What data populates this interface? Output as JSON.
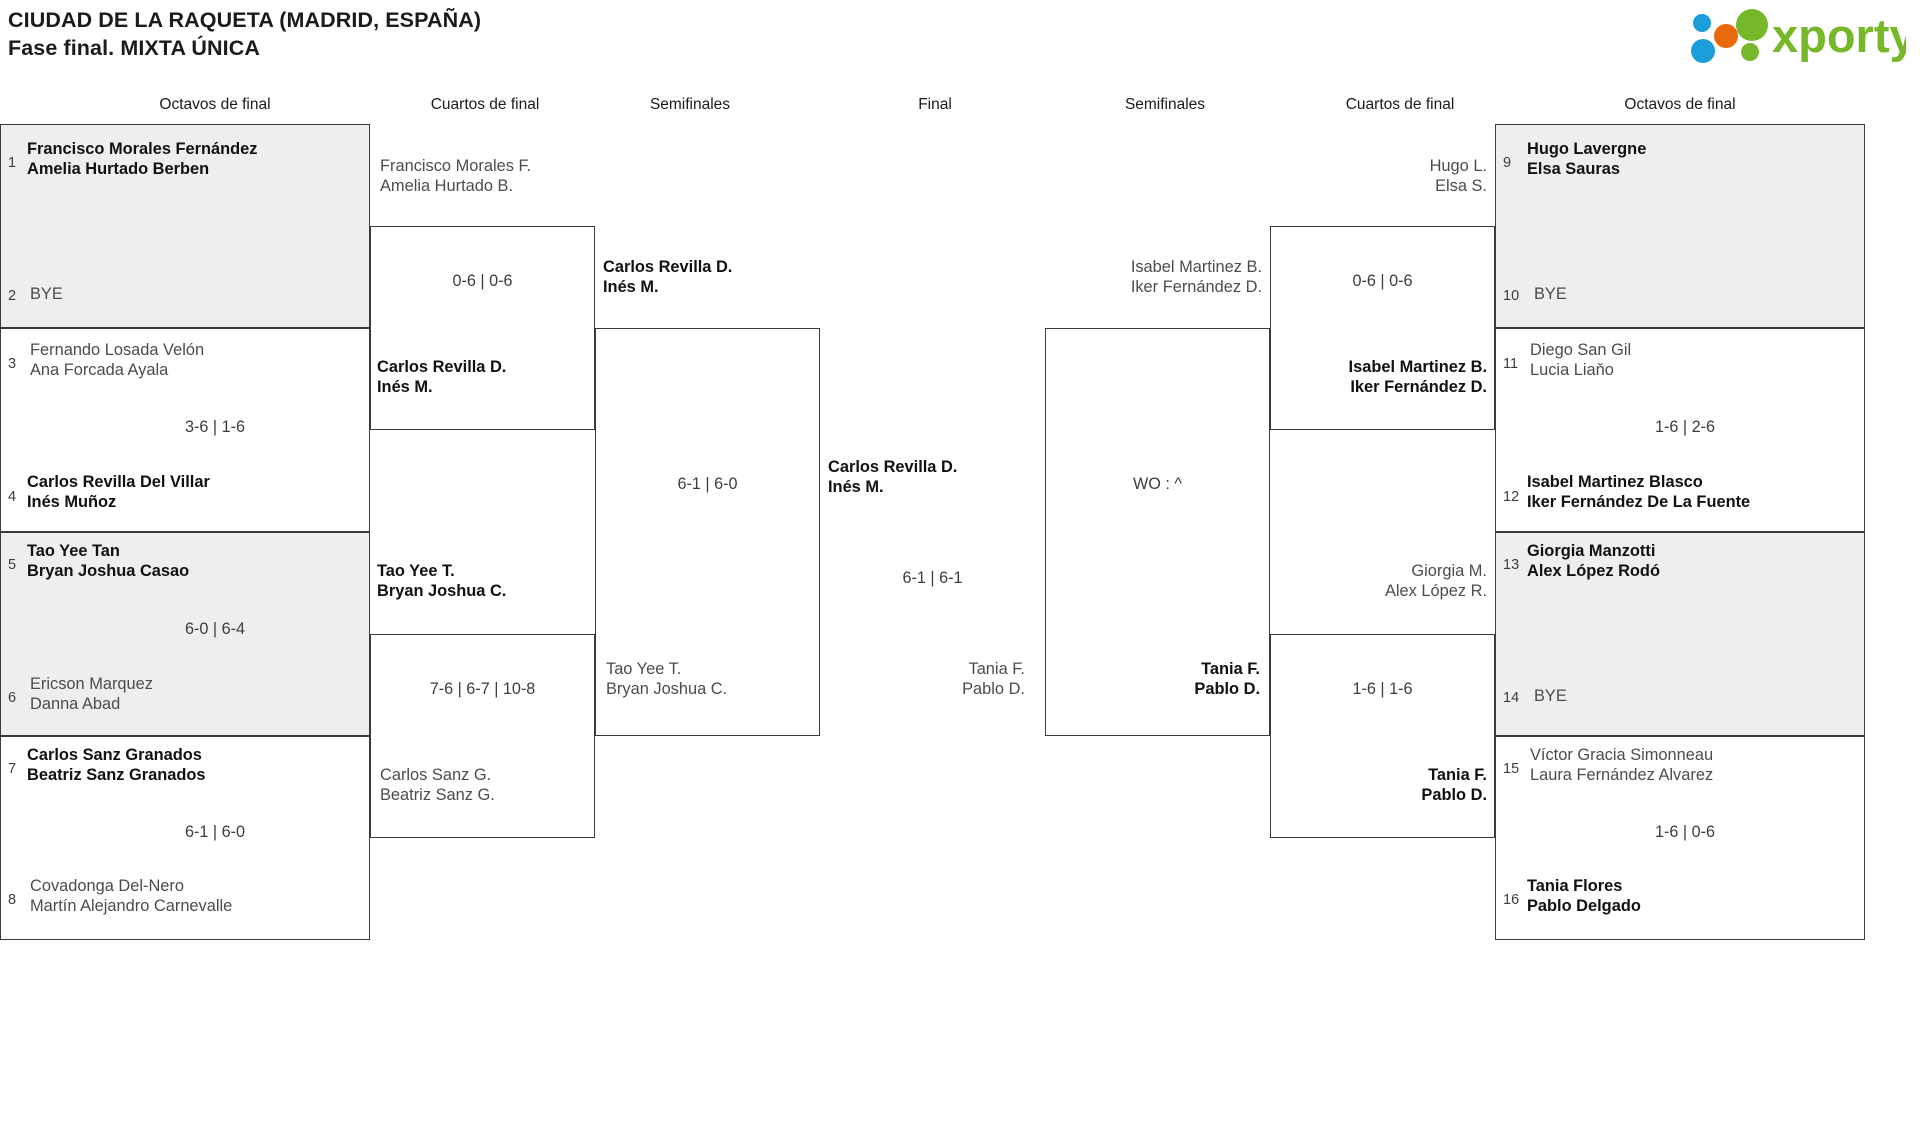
{
  "header": {
    "title_line1": "CIUDAD DE LA RAQUETA (MADRID, ESPAÑA)",
    "title_line2": "Fase final. MIXTA ÚNICA",
    "title": "CIUDAD DE LA RAQUETA (MADRID, ESPAÑA)\nFase final. MIXTA ÚNICA",
    "logo_text": "xporty"
  },
  "colors": {
    "brand_green": "#76b82a",
    "brand_blue": "#1b9dd9",
    "brand_orange": "#e8690b",
    "winner_text": "#111111",
    "loser_text": "#4c4c4c",
    "shaded_row": "#eeeeee",
    "border": "#3a3a3a"
  },
  "round_headers": [
    {
      "label": "Octavos de final"
    },
    {
      "label": "Cuartos de final"
    },
    {
      "label": "Semifinales"
    },
    {
      "label": "Final"
    },
    {
      "label": "Semifinales"
    },
    {
      "label": "Cuartos de final"
    },
    {
      "label": "Octavos de final"
    }
  ],
  "left_r16": [
    {
      "score": "",
      "shaded": true,
      "top": {
        "seed": "1",
        "line1": "Francisco Morales Fernández",
        "line2": "Amelia Hurtado Berben",
        "winner": true
      },
      "bottom": {
        "seed": "2",
        "line1": "BYE",
        "line2": "",
        "winner": false
      }
    },
    {
      "score": "3-6 | 1-6",
      "shaded": false,
      "top": {
        "seed": "3",
        "line1": "Fernando Losada Velón",
        "line2": "Ana Forcada Ayala",
        "winner": false
      },
      "bottom": {
        "seed": "4",
        "line1": "Carlos Revilla Del Villar",
        "line2": "Inés Muñoz",
        "winner": true
      }
    },
    {
      "score": "6-0 | 6-4",
      "shaded": true,
      "top": {
        "seed": "5",
        "line1": "Tao Yee Tan",
        "line2": "Bryan Joshua Casao",
        "winner": true
      },
      "bottom": {
        "seed": "6",
        "line1": "Ericson Marquez",
        "line2": "Danna Abad",
        "winner": false
      }
    },
    {
      "score": "6-1 | 6-0",
      "shaded": false,
      "top": {
        "seed": "7",
        "line1": "Carlos Sanz Granados",
        "line2": "Beatriz Sanz Granados",
        "winner": true
      },
      "bottom": {
        "seed": "8",
        "line1": "Covadonga Del-Nero",
        "line2": "Martín Alejandro Carnevalle",
        "winner": false
      }
    }
  ],
  "right_r16": [
    {
      "score": "",
      "shaded": true,
      "top": {
        "seed": "9",
        "line1": "Hugo Lavergne",
        "line2": "Elsa Sauras",
        "winner": true
      },
      "bottom": {
        "seed": "10",
        "line1": "BYE",
        "line2": "",
        "winner": false
      }
    },
    {
      "score": "1-6 | 2-6",
      "shaded": false,
      "top": {
        "seed": "11",
        "line1": "Diego San Gil",
        "line2": "Lucia Liaňo",
        "winner": false
      },
      "bottom": {
        "seed": "12",
        "line1": "Isabel Martinez Blasco",
        "line2": "Iker Fernández De La Fuente",
        "winner": true
      }
    },
    {
      "score": "",
      "shaded": true,
      "top": {
        "seed": "13",
        "line1": "Giorgia Manzotti",
        "line2": "Alex López Rodó",
        "winner": true
      },
      "bottom": {
        "seed": "14",
        "line1": "BYE",
        "line2": "",
        "winner": false
      }
    },
    {
      "score": "1-6 | 0-6",
      "shaded": false,
      "top": {
        "seed": "15",
        "line1": "Víctor Gracia Simonneau",
        "line2": "Laura Fernández Alvarez",
        "winner": false
      },
      "bottom": {
        "seed": "16",
        "line1": "Tania Flores",
        "line2": "Pablo Delgado",
        "winner": true
      }
    }
  ],
  "left_qf": [
    {
      "score": "0-6 | 0-6",
      "top": {
        "line1": "Francisco Morales F.",
        "line2": "Amelia Hurtado B.",
        "winner": false
      },
      "bottom": {
        "line1": "Carlos Revilla D.",
        "line2": "Inés M.",
        "winner": true
      }
    },
    {
      "score": "7-6 | 6-7 | 10-8",
      "top": {
        "line1": "Tao Yee T.",
        "line2": "Bryan Joshua C.",
        "winner": true
      },
      "bottom": {
        "line1": "Carlos Sanz G.",
        "line2": "Beatriz Sanz G.",
        "winner": false
      }
    }
  ],
  "right_qf": [
    {
      "score": "0-6 | 0-6",
      "top": {
        "line1": "Hugo L.",
        "line2": "Elsa S.",
        "winner": false
      },
      "bottom": {
        "line1": "Isabel Martinez B.",
        "line2": "Iker Fernández D.",
        "winner": true
      }
    },
    {
      "score": "1-6 | 1-6",
      "top": {
        "line1": "Giorgia M.",
        "line2": "Alex López R.",
        "winner": false
      },
      "bottom": {
        "line1": "Tania F.",
        "line2": "Pablo D.",
        "winner": true
      }
    }
  ],
  "left_sf": {
    "score": "6-1 | 6-0",
    "top": {
      "line1": "Carlos Revilla D.",
      "line2": "Inés M.",
      "winner": true
    },
    "bottom": {
      "line1": "Tao Yee T.",
      "line2": "Bryan Joshua C.",
      "winner": false
    }
  },
  "right_sf": {
    "score": "WO : ^",
    "top": {
      "line1": "Isabel Martinez B.",
      "line2": "Iker Fernández D.",
      "winner": false
    },
    "bottom": {
      "line1": "Tania F.",
      "line2": "Pablo D.",
      "winner": true
    }
  },
  "final": {
    "score": "6-1 | 6-1",
    "left": {
      "line1": "Carlos Revilla D.",
      "line2": "Inés M.",
      "winner": true
    },
    "right": {
      "line1": "Tania F.",
      "line2": "Pablo D.",
      "winner": false
    }
  }
}
